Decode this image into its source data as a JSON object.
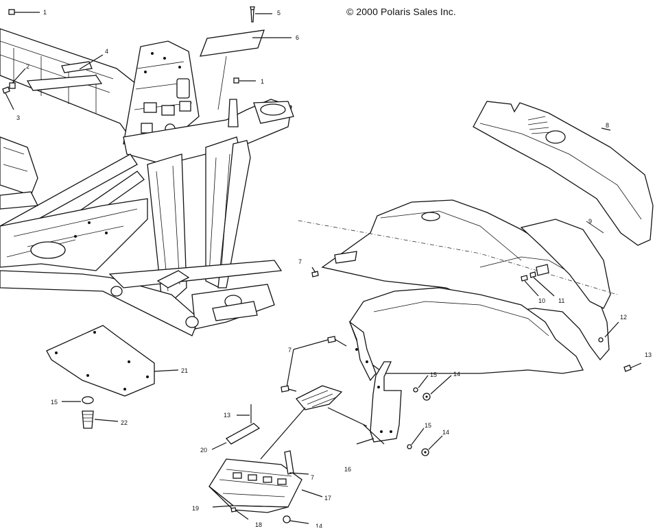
{
  "copyright": "© 2000 Polaris Sales Inc.",
  "callouts": [
    "1",
    "2",
    "3",
    "4",
    "5",
    "6",
    "1",
    "7",
    "8",
    "9",
    "10",
    "11",
    "12",
    "13",
    "7",
    "15",
    "14",
    "15",
    "14",
    "13",
    "20",
    "7",
    "17",
    "19",
    "18",
    "14",
    "16",
    "21",
    "15",
    "22"
  ]
}
